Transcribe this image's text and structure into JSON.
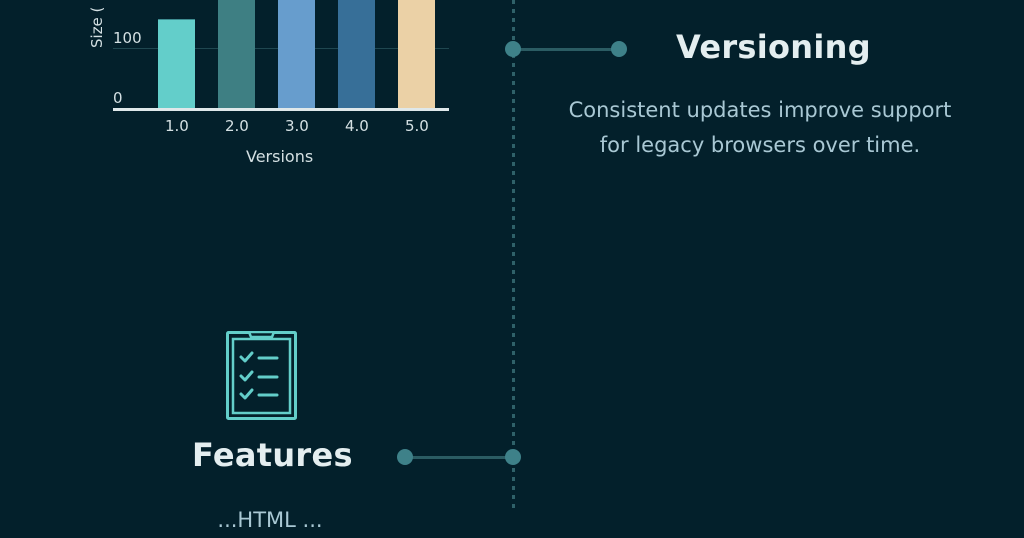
{
  "chart_data": {
    "type": "bar",
    "title": "",
    "xlabel": "Versions",
    "ylabel": "Size (",
    "categories": [
      "1.0",
      "2.0",
      "3.0",
      "4.0",
      "5.0"
    ],
    "values": [
      150,
      190,
      190,
      190,
      190
    ],
    "colors": [
      "#63ceca",
      "#3e7f83",
      "#679dcd",
      "#376f98",
      "#ebd1a6"
    ],
    "yticks": [
      "0",
      "100"
    ],
    "ylim": [
      0,
      180
    ],
    "grid": true,
    "note": "Bars 2.0-5.0 extend beyond the top of the visible area; their exact values are not visible."
  },
  "timeline": {
    "sections": [
      {
        "title": "Versioning",
        "description_lines": [
          "Consistent updates improve support",
          "for legacy browsers over time."
        ]
      },
      {
        "title": "Features",
        "icon": "clipboard-checklist-icon",
        "description_partial": "...HTML ..."
      }
    ]
  },
  "colors": {
    "background": "#03202b",
    "accent": "#63ceca",
    "timeline_dot": "#3e8189",
    "timeline_line": "#2b5c63",
    "title_text": "#e4eef0",
    "desc_text": "#a9c8d4"
  }
}
